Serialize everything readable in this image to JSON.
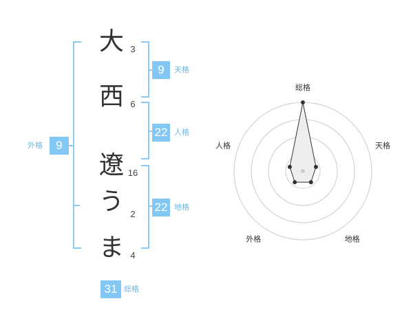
{
  "name": {
    "chars": [
      {
        "char": "大",
        "strokes": "3"
      },
      {
        "char": "西",
        "strokes": "6"
      },
      {
        "char": "遼",
        "strokes": "16"
      },
      {
        "char": "う",
        "strokes": "2"
      },
      {
        "char": "ま",
        "strokes": "4"
      }
    ]
  },
  "fortunes": {
    "tenkaku": {
      "value": "9",
      "label": "天格"
    },
    "jinkaku": {
      "value": "22",
      "label": "人格"
    },
    "chikaku": {
      "value": "22",
      "label": "地格"
    },
    "gaikaku": {
      "value": "9",
      "label": "外格"
    },
    "soukaku": {
      "value": "31",
      "label": "総格"
    }
  },
  "radar": {
    "axes": [
      "総格",
      "天格",
      "地格",
      "外格",
      "人格"
    ],
    "values": [
      5,
      1,
      1,
      1,
      1
    ],
    "max": 5,
    "rings": 4,
    "colors": {
      "ring": "#cccccc",
      "fill": "#eeeeee",
      "stroke": "#333333",
      "center": "#cccccc"
    }
  },
  "colors": {
    "accent": "#83c8f4",
    "bracket": "#8dcaf3",
    "label": "#6fb8e6"
  }
}
